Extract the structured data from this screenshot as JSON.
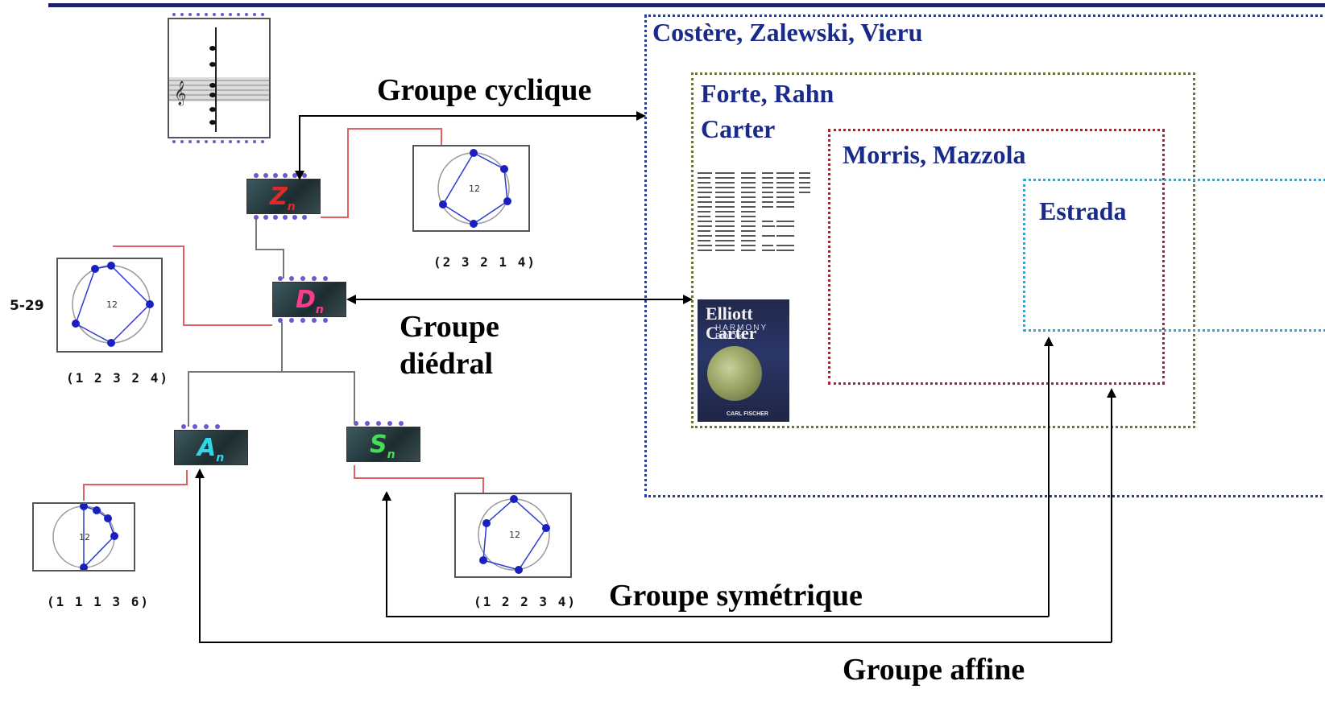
{
  "labels": {
    "cyclic_group": "Groupe cyclique",
    "dihedral_group_line1": "Groupe",
    "dihedral_group_line2": "diédral",
    "symmetric_group": "Groupe symétrique",
    "affine_group": "Groupe affine"
  },
  "frames": {
    "outer_names": "Costère, Zalewski, Vieru",
    "mid_names_line1": "Forte, Rahn",
    "mid_names_line2": "Carter",
    "inner_names": "Morris, Mazzola",
    "innermost_names": "Estrada"
  },
  "panels": {
    "cyclic_partition": "(2 3 2 1 4)",
    "dihedral_partition": "(1 2 3 2 4)",
    "dihedral_setclass": "5-29",
    "affine_partition": "(1 1 1 3 6)",
    "symmetric_partition": "(1 2 2 3 4)",
    "circle_center_label": "12"
  },
  "book": {
    "title_line1": "Elliott Carter",
    "subtitle": "HARMONY BOOK",
    "publisher": "CARL FISCHER"
  },
  "colors": {
    "frame_outer": "#1f3ea8",
    "frame_mid": "#6b7a1f",
    "frame_inner": "#b0202a",
    "frame_innermost": "#29a8e0",
    "names_text": "#1a2a8a",
    "patch_cable": "#e06060"
  }
}
